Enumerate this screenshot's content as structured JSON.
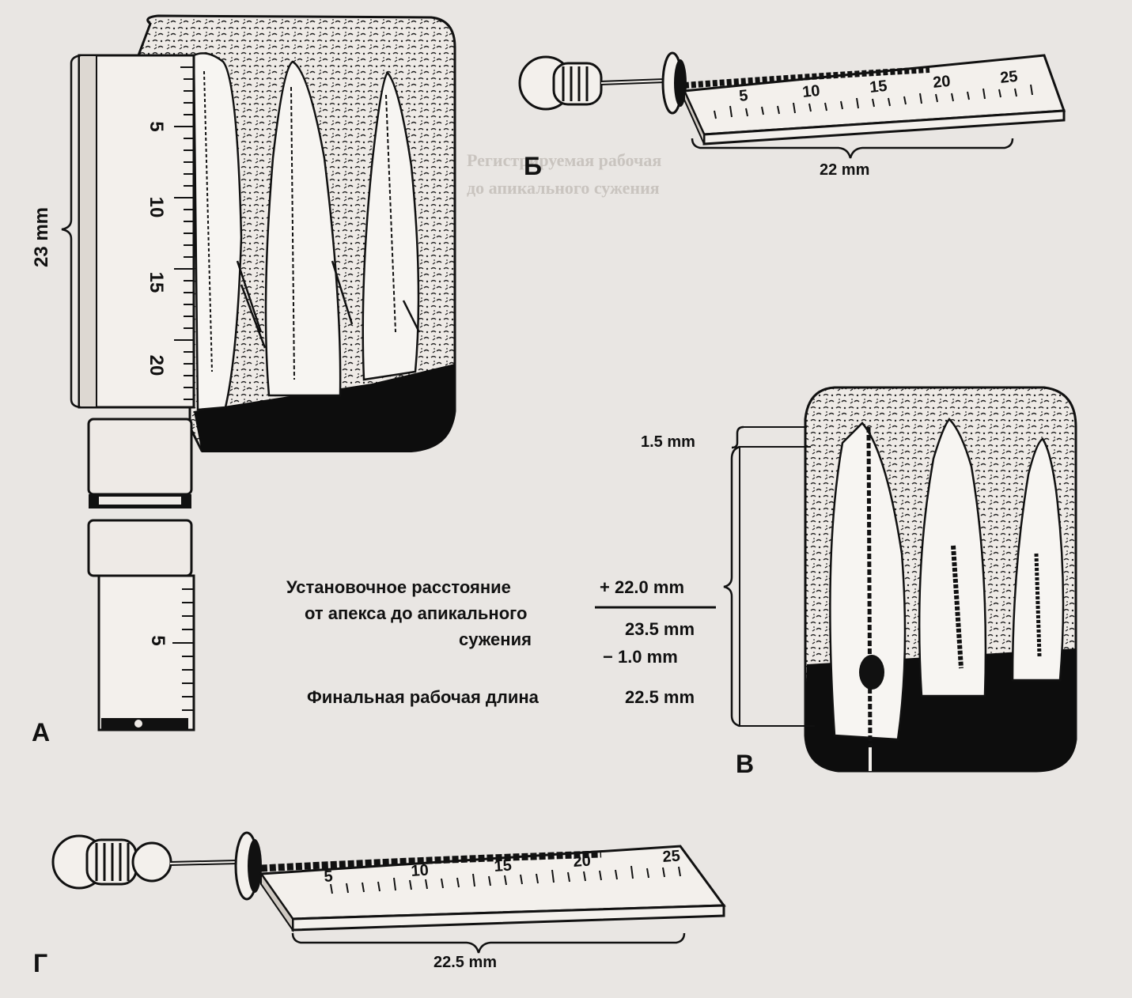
{
  "panels": {
    "a": {
      "letter": "А",
      "length_label": "23 mm",
      "ruler_ticks": [
        "5",
        "10",
        "15",
        "20"
      ],
      "lower_ruler_ticks": [
        "5"
      ]
    },
    "b": {
      "letter": "Б",
      "length_label": "22 mm",
      "ruler_ticks": [
        "5",
        "10",
        "15",
        "20",
        "25"
      ]
    },
    "v": {
      "letter": "В",
      "offset_label": "1.5 mm"
    },
    "g": {
      "letter": "Г",
      "length_label": "22.5 mm",
      "ruler_ticks": [
        "5",
        "10",
        "15",
        "20",
        "25"
      ]
    }
  },
  "calculation": {
    "line1_text": "Установочное расстояние",
    "line1_value": "+ 22.0 mm",
    "line2_text": "от апекса до апикального",
    "line3_text": "сужения",
    "line3_value": "23.5 mm",
    "line4_value": "− 1.0 mm",
    "line5_text": "Финальная рабочая длина",
    "line5_value": "22.5 mm"
  },
  "background_text": {
    "line1": "Регистрируемая рабочая",
    "line2": "до апикального сужения"
  },
  "colors": {
    "ink": "#111111",
    "paper": "#e9e6e3",
    "faint": "#c9c4bf"
  }
}
